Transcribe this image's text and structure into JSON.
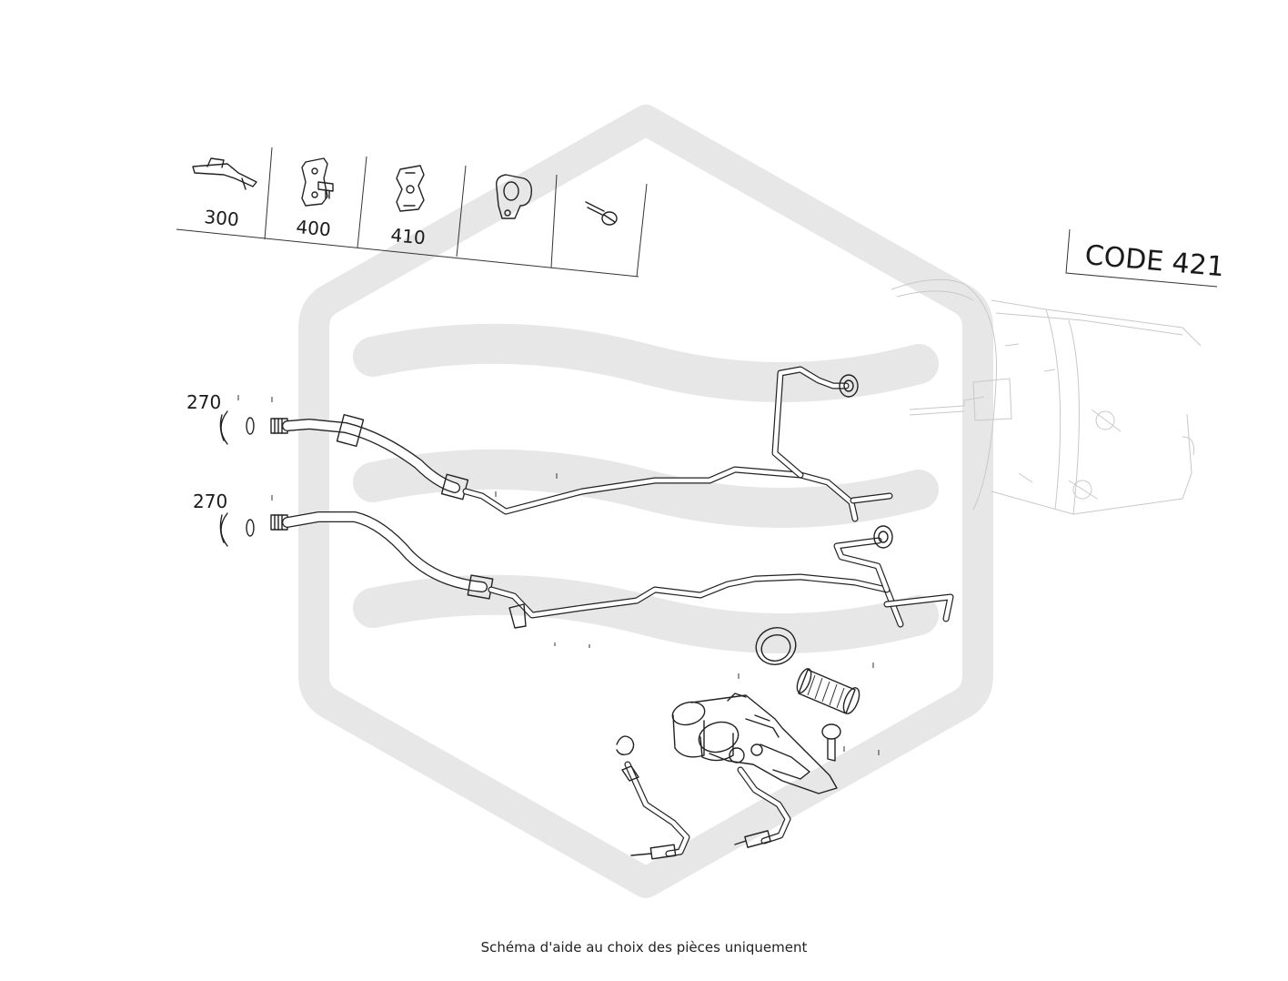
{
  "legend_parts": [
    {
      "label": "300",
      "icon": "clip-icon"
    },
    {
      "label": "400",
      "icon": "bracket-stud-icon"
    },
    {
      "label": "410",
      "icon": "bracket-plate-icon"
    },
    {
      "label": "",
      "icon": "p-clamp-icon"
    },
    {
      "label": "",
      "icon": "bolt-icon"
    }
  ],
  "code_label": "CODE 421",
  "part_labels": {
    "upper_line": "270",
    "lower_line": "270"
  },
  "caption": "Schéma d'aide au choix des pièces uniquement",
  "colors": {
    "line": "#222222",
    "watermark": "#e6e6e6",
    "faint_transmission": "#c8c8c8"
  }
}
